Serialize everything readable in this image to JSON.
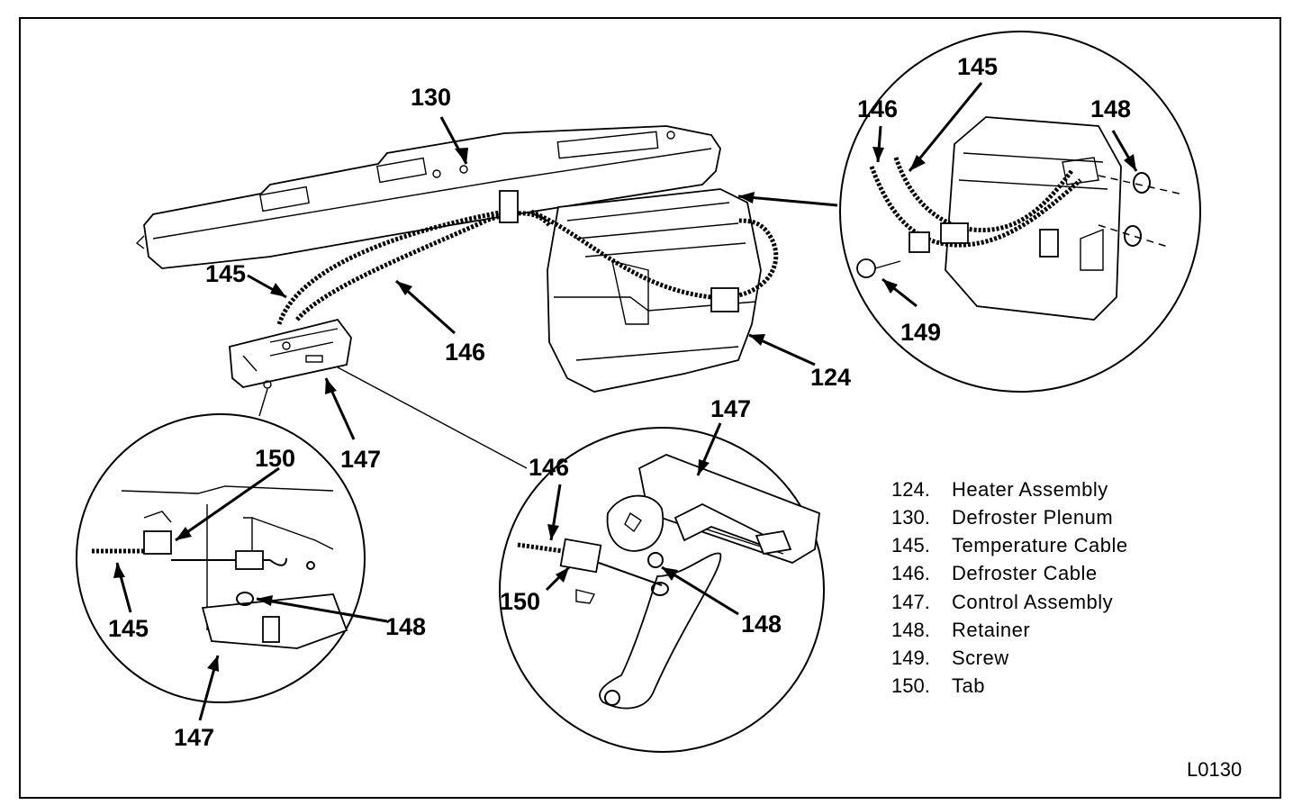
{
  "figure_code": "L0130",
  "callouts": {
    "c130": "130",
    "c145_main": "145",
    "c146_main": "146",
    "c124_main": "124",
    "c147_main": "147",
    "c146_topright": "146",
    "c145_topright": "145",
    "c148_topright": "148",
    "c149_topright": "149",
    "c150_left": "150",
    "c145_left": "145",
    "c148_left": "148",
    "c147_left": "147",
    "c147_center": "147",
    "c146_center": "146",
    "c150_center": "150",
    "c148_center": "148"
  },
  "legend": [
    {
      "num": "124.",
      "label": "Heater Assembly"
    },
    {
      "num": "130.",
      "label": "Defroster Plenum"
    },
    {
      "num": "145.",
      "label": "Temperature Cable"
    },
    {
      "num": "146.",
      "label": "Defroster Cable"
    },
    {
      "num": "147.",
      "label": "Control Assembly"
    },
    {
      "num": "148.",
      "label": "Retainer"
    },
    {
      "num": "149.",
      "label": "Screw"
    },
    {
      "num": "150.",
      "label": "Tab"
    }
  ]
}
